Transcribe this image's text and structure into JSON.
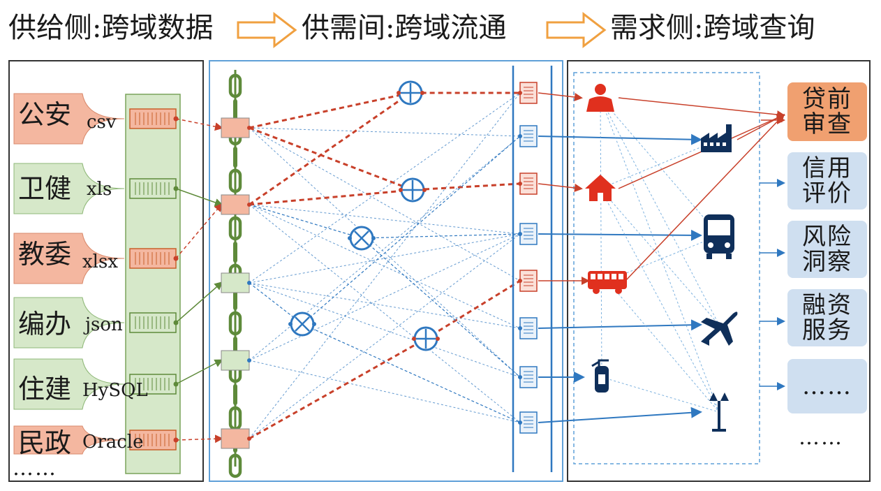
{
  "header": {
    "stage_supply": "供给侧:跨域数据",
    "stage_flow": "供需间:跨域流通",
    "stage_demand": "需求侧:跨域查询",
    "arrow_color": "#f0a040"
  },
  "sources": [
    {
      "name": "公安",
      "format": "csv",
      "type": "restricted"
    },
    {
      "name": "卫健",
      "format": "xls",
      "type": "open"
    },
    {
      "name": "教委",
      "format": "xlsx",
      "type": "restricted"
    },
    {
      "name": "编办",
      "format": "json",
      "type": "open"
    },
    {
      "name": "住建",
      "format": "HySQL",
      "type": "open"
    },
    {
      "name": "民政",
      "format": "Oracle",
      "type": "restricted"
    }
  ],
  "sources_more": "……",
  "demand_icons": [
    "person-icon",
    "factory-icon",
    "house-icon",
    "bus-icon",
    "truck-icon",
    "airplane-icon",
    "fire-extinguisher-icon",
    "street-lamp-icon"
  ],
  "outputs": [
    {
      "line1": "贷前",
      "line2": "审查",
      "highlight": true
    },
    {
      "line1": "信用",
      "line2": "评价",
      "highlight": false
    },
    {
      "line1": "风险",
      "line2": "洞察",
      "highlight": false
    },
    {
      "line1": "融资",
      "line2": "服务",
      "highlight": false
    },
    {
      "line1": "……",
      "line2": "",
      "highlight": false
    }
  ],
  "outputs_more": "……",
  "colors": {
    "restricted_fill": "#f4b7a0",
    "open_fill": "#d6e8c9",
    "chain": "#5e8a3a",
    "red_flow": "#c8402a",
    "blue_flow": "#2f78c0",
    "icon_red": "#e0301e",
    "icon_navy": "#0f2f5a",
    "output_highlight": "#f0a070",
    "output_normal": "#cfdff0"
  }
}
